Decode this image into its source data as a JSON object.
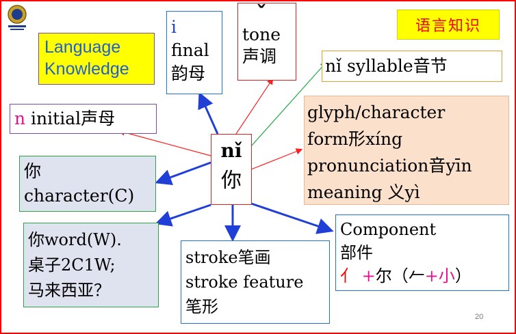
{
  "title_badge": "语言知识",
  "language_knowledge": "Language Knowledge",
  "final": {
    "letter": "i",
    "word": "final",
    "chinese": "韵母"
  },
  "tone": {
    "mark": "ˇ",
    "word": "tone",
    "chinese": "声调"
  },
  "syllable": {
    "pinyin": "nǐ",
    "text": " syllable音节"
  },
  "initial": {
    "letter": "n",
    "text": " initial声母"
  },
  "glyph": {
    "line1": "glyph/character",
    "line2": "form形xíng",
    "line3": "pronunciation音yīn",
    "line4": "meaning 义yì"
  },
  "center": {
    "pinyin": "nǐ",
    "hanzi": "你"
  },
  "character": {
    "line1": "你",
    "line2": "character(C)"
  },
  "word": {
    "line1": "你word(W).",
    "line2": "桌子2C1W;",
    "line3": "马来西亚？"
  },
  "stroke": {
    "line1": "stroke笔画",
    "line2": "stroke feature",
    "line3": "笔形"
  },
  "component": {
    "line1": "Component",
    "line2": "部件",
    "part1": "亻",
    "plus1": " +",
    "part2": "尔（",
    "part3": "𠂉",
    "plus2": "+",
    "part4": "小",
    "close": "）"
  },
  "page_number": "20",
  "colors": {
    "border_red": "#ff0000",
    "blue": "#1f3fd6",
    "magenta": "#e0138c",
    "green_border": "#2ea046",
    "yellow": "#ffff00"
  }
}
